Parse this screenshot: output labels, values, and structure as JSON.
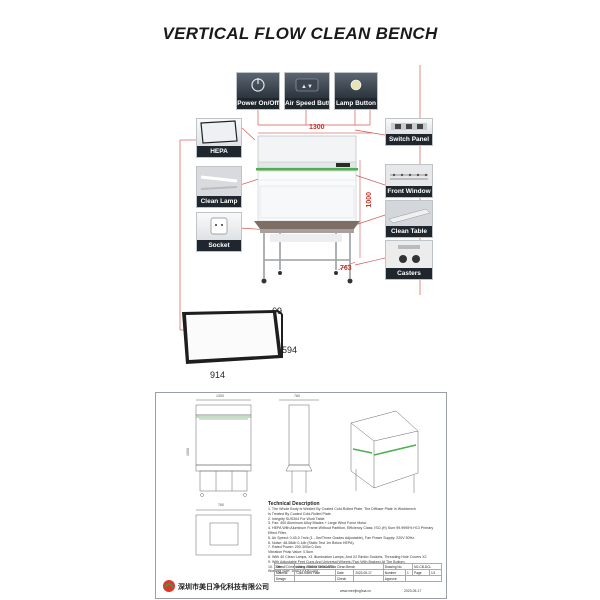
{
  "title": "VERTICAL FLOW CLEAN BENCH",
  "callouts": {
    "power": "Power On/Off",
    "air_speed": "Air Speed Button",
    "lamp": "Lamp Button",
    "hepa": "HEPA",
    "clean_lamp": "Clean Lamp",
    "socket": "Socket",
    "switch_panel": "Switch Panel",
    "front_window": "Front Window",
    "clean_table": "Clean Table",
    "casters": "Casters"
  },
  "dimensions": {
    "width": "1300",
    "height": "1000",
    "depth": "763",
    "filter_w": "914",
    "filter_h": "594",
    "filter_d": "69"
  },
  "drawing": {
    "front_width": "1300",
    "side_depth": "760",
    "front_height": "1000",
    "plan_depth": "760",
    "tech_title": "Technical Description",
    "tech_lines": [
      "1. The Whole Body Is Welded By Coated Cold-Rolled Plate, The Diffuser Plate In Workbench",
      "Is Treated By Coated Cold-Rolled Plate.",
      "2. Integrity SUS304 For Work Table.",
      "3. Fan: 400 Aluminum Alloy Blades + Large Wind Force Motor.",
      "4. HEPA With Aluminum Frame Without Partition, Efficiency Class: ISO-(H) Sum 99.9995% H13 Primary Effect Filter.",
      "5. Air Speed: 0.45-0.7m/s (1 - 5m/Three Grades Adjustable), Fan Power Supply: 220V 50Hz.",
      "6. Noise: 48-58db 0.1db (Static Test 1m Below HEPA).",
      "7. Rated Power: 200-300w 0.1kw",
      "Vibration Peak Value: 0.5um",
      "8. With 40 Clean Lamps, X1 Illumination Lamps, And X2 Bimbo Sockets, Threading Hole Covers X2",
      "9. With Adjustable Feet Cups And Universal Wheels (Two With Brakes) At The Bottom.",
      "10. Overall Dimensions: 1300X760X1600",
      "Working Size: 1060X700X1200"
    ],
    "table": {
      "r1": [
        "Title",
        "Lifting Window Vertical Flow Clean Bench",
        "Drawing No.",
        "MJ-CB-DCL"
      ],
      "r2": [
        "Material",
        "Cold-rolled Plate",
        "Date",
        "2023-05-17",
        "Number",
        "1",
        "Page",
        "1/1"
      ],
      "r3": [
        "Design",
        "",
        "Check",
        "",
        "Approve",
        ""
      ]
    },
    "company_cn": "深圳市美日净化科技有限公司",
    "website": "www.meirijinghua.cn",
    "date": "2023-05-17"
  }
}
